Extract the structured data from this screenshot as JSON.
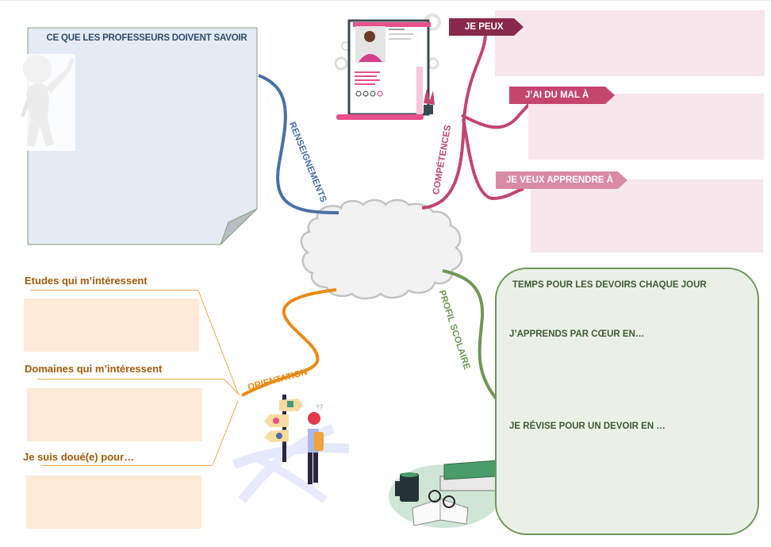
{
  "colors": {
    "renseignements": "#4a6fa5",
    "competences": "#c2466f",
    "orientation": "#e88a14",
    "profil": "#6f9657",
    "tag_je_peux": "#88294b",
    "tag_mal": "#c4466f",
    "tag_apprendre": "#d98aa5",
    "pink_box": "#f7e6ec",
    "orange_box": "#fdebd8",
    "note_bg": "#e4ebf4"
  },
  "note": {
    "title": "CE QUE LES PROFESSEURS DOIVENT SAVOIR"
  },
  "branches": {
    "renseignements": "RENSEIGNEMENTS",
    "competences": "COMPÉTENCES",
    "orientation": "ORIENTATION",
    "profil": "PROFIL SCOLAIRE"
  },
  "competences": {
    "tags": [
      {
        "label": "JE PEUX"
      },
      {
        "label": "J’AI DU MAL À"
      },
      {
        "label": "JE VEUX APPRENDRE À"
      }
    ]
  },
  "orientation": {
    "fields": [
      {
        "label": "Etudes qui m’intéressent",
        "value": ""
      },
      {
        "label": "Domaines qui m’intéressent",
        "value": ""
      },
      {
        "label": "Je suis doué(e) pour…",
        "value": ""
      }
    ]
  },
  "profil": {
    "items": [
      {
        "label": "TEMPS POUR LES DEVOIRS CHAQUE JOUR"
      },
      {
        "label": "J’APPRENDS PAR CŒUR EN…"
      },
      {
        "label": "JE RÉVISE POUR UN DEVOIR EN …"
      }
    ]
  },
  "icons": {
    "figure": "pointing-figure-icon",
    "cv": "resume-illustration-icon",
    "signpost": "signpost-student-icon",
    "books": "books-coffee-glasses-icon",
    "cloud": "cloud-center-node"
  }
}
